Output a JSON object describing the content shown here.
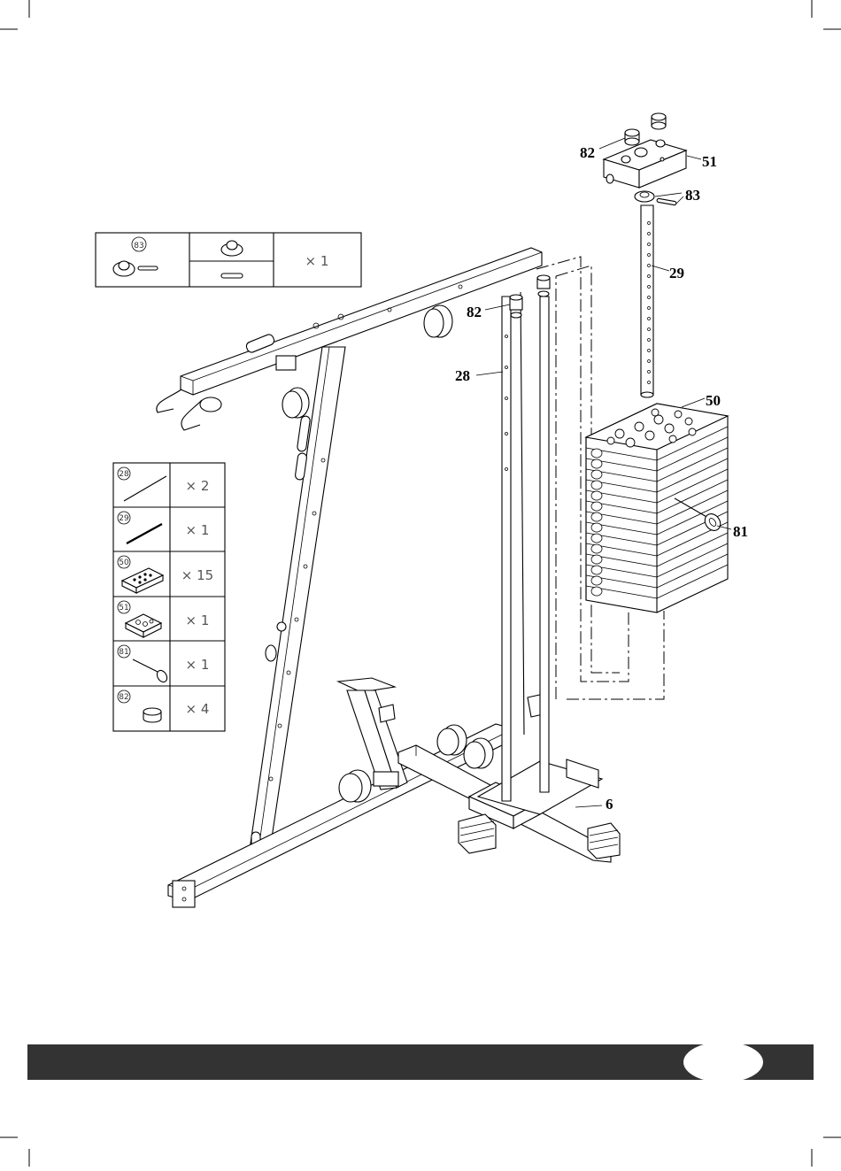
{
  "callouts": {
    "c82a": "82",
    "c51": "51",
    "c83": "83",
    "c29": "29",
    "c82b": "82",
    "c28": "28",
    "c50": "50",
    "c81": "81",
    "c6": "6"
  },
  "top_parts_table": {
    "part_number": "83",
    "quantity": "× 1"
  },
  "parts_list": [
    {
      "number": "28",
      "quantity": "× 2"
    },
    {
      "number": "29",
      "quantity": "× 1"
    },
    {
      "number": "50",
      "quantity": "× 15"
    },
    {
      "number": "51",
      "quantity": "× 1"
    },
    {
      "number": "81",
      "quantity": "× 1"
    },
    {
      "number": "82",
      "quantity": "× 4"
    }
  ],
  "footer": {
    "page_number": ""
  },
  "colors": {
    "footer_bar": "#333333",
    "ink": "#000000"
  }
}
